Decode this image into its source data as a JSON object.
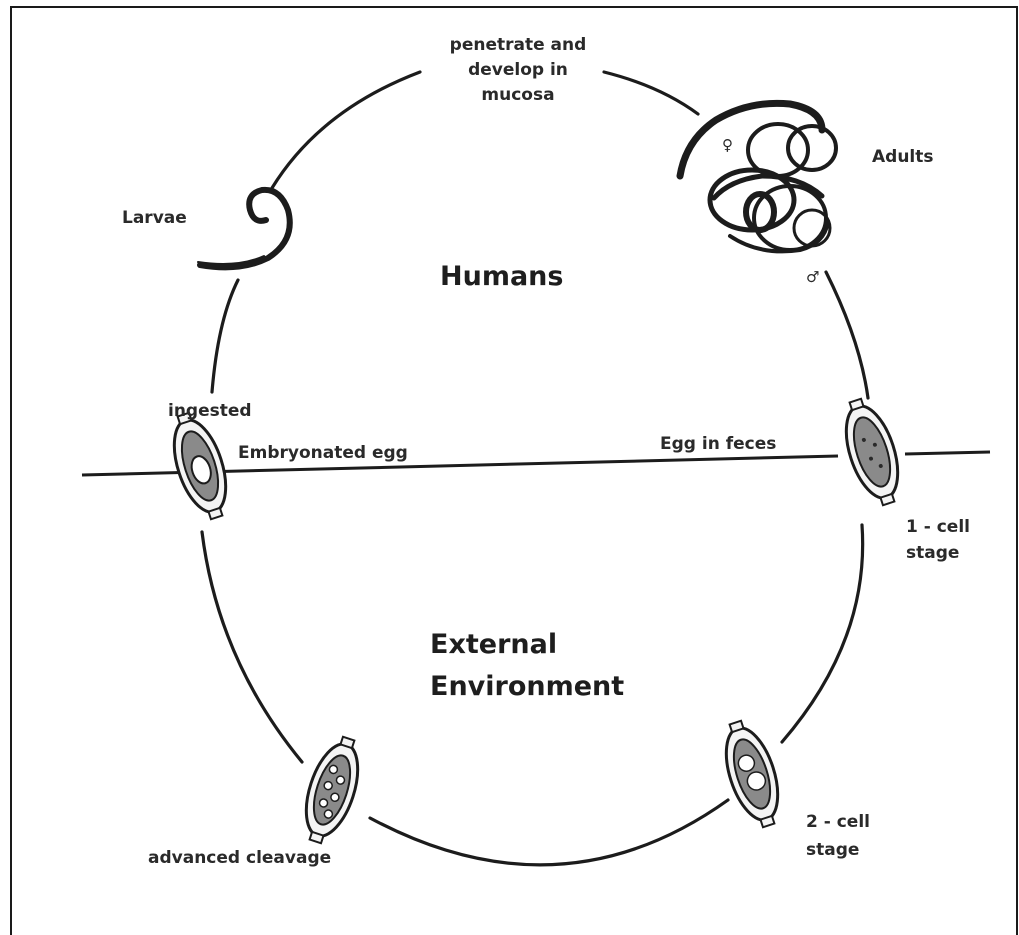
{
  "regions": {
    "humans": "Humans",
    "external_line1": "External",
    "external_line2": "Environment"
  },
  "labels": {
    "penetrate": [
      "penetrate and",
      "develop in",
      "mucosa"
    ],
    "adults": "Adults",
    "larvae": "Larvae",
    "ingested": "ingested",
    "embryonated_egg": "Embryonated egg",
    "egg_in_feces": "Egg in feces",
    "one_cell_stage": [
      "1 - cell",
      "stage"
    ],
    "two_cell_stage": [
      "2 - cell",
      "stage"
    ],
    "advanced_cleavage": "advanced cleavage"
  },
  "sex_symbols": {
    "female": "♀",
    "male": "♂"
  },
  "icons": [
    "larva-icon",
    "adult-worms-icon",
    "embryonated-egg-icon",
    "egg-in-feces-icon",
    "two-cell-egg-icon",
    "advanced-cleavage-egg-icon"
  ]
}
